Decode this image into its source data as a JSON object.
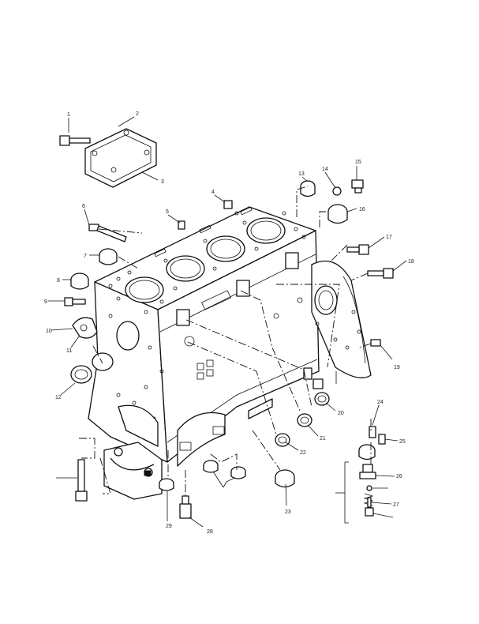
{
  "figure": {
    "kind": "exploded-view line drawing",
    "subject": "engine-cylinder-block",
    "background": "#ffffff",
    "ink": "#111111"
  },
  "callouts": [
    {
      "id": "c1",
      "text": "1"
    },
    {
      "id": "c2",
      "text": "2"
    },
    {
      "id": "c3",
      "text": "3"
    },
    {
      "id": "c4",
      "text": "4"
    },
    {
      "id": "c5",
      "text": "5"
    },
    {
      "id": "c6",
      "text": "6"
    },
    {
      "id": "c7",
      "text": "7"
    },
    {
      "id": "c8",
      "text": "8"
    },
    {
      "id": "c9",
      "text": "9"
    },
    {
      "id": "c10",
      "text": "10"
    },
    {
      "id": "c11",
      "text": "11"
    },
    {
      "id": "c12",
      "text": "12"
    },
    {
      "id": "c13",
      "text": "13"
    },
    {
      "id": "c14",
      "text": "14"
    },
    {
      "id": "c15",
      "text": "15"
    },
    {
      "id": "c16",
      "text": "16"
    },
    {
      "id": "c17",
      "text": "17"
    },
    {
      "id": "c18",
      "text": "18"
    },
    {
      "id": "c19",
      "text": "19"
    },
    {
      "id": "c20",
      "text": "20"
    },
    {
      "id": "c21",
      "text": "21"
    },
    {
      "id": "c22",
      "text": "22"
    },
    {
      "id": "c23",
      "text": "23"
    },
    {
      "id": "c24",
      "text": "24"
    },
    {
      "id": "c25",
      "text": "25"
    },
    {
      "id": "c26",
      "text": "26"
    },
    {
      "id": "c27",
      "text": "27"
    },
    {
      "id": "c28",
      "text": "28"
    },
    {
      "id": "c29",
      "text": "29"
    }
  ]
}
